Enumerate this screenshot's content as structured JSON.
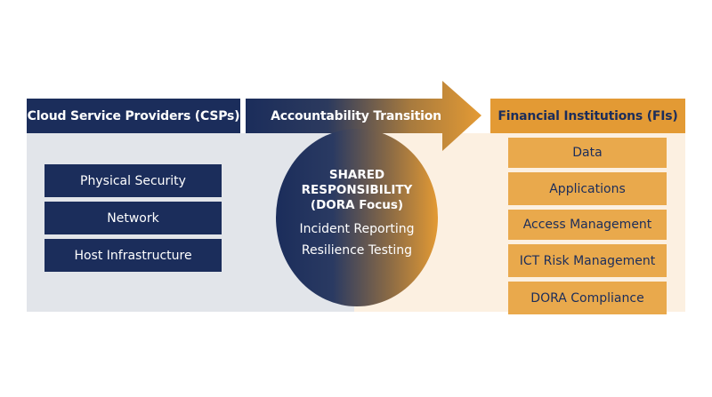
{
  "headers": {
    "left": "Cloud Service Providers (CSPs)",
    "middle": "Accountability Transition",
    "right": "Financial Institutions (FIs)"
  },
  "csp_items": [
    "Physical Security",
    "Network",
    "Host Infrastructure"
  ],
  "fi_items": [
    "Data",
    "Applications",
    "Access Management",
    "ICT Risk Management",
    "DORA Compliance"
  ],
  "shared": {
    "title_line1": "SHARED",
    "title_line2": "RESPONSIBILITY",
    "title_line3": "(DORA Focus)",
    "items": [
      "Incident Reporting",
      "Resilience Testing"
    ]
  },
  "colors": {
    "navy": "#1b2d5b",
    "orange": "#e39a34",
    "light_orange": "#e9a94c",
    "left_panel": "#e2e5ea",
    "right_panel": "#fcf0e1"
  }
}
